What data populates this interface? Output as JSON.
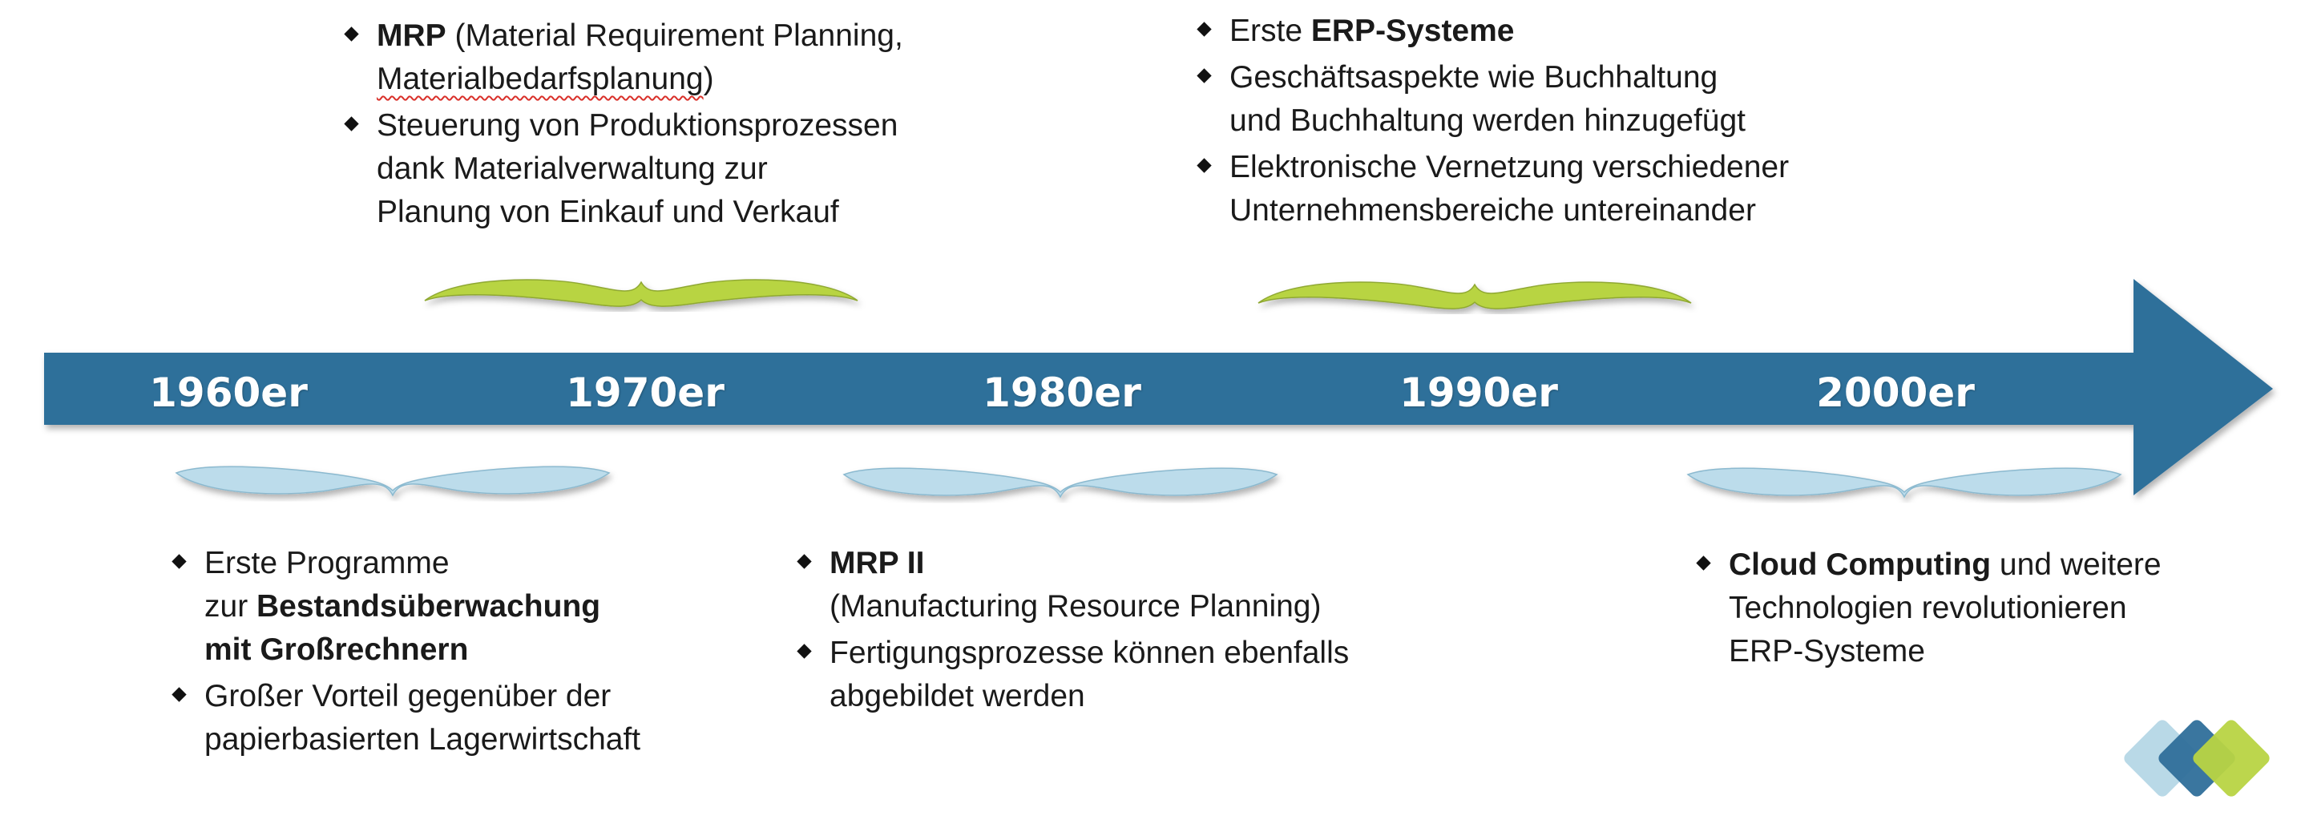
{
  "colors": {
    "arrow": "#2f6f9a",
    "brace_green": "#b8d443",
    "brace_blue": "#bcdceb",
    "logo_light": "#b5d7e6",
    "logo_dark": "#2f6f9a",
    "logo_green": "#b8d443"
  },
  "timeline": {
    "eras": [
      "1960er",
      "1970er",
      "1980er",
      "1990er",
      "2000er"
    ]
  },
  "top": {
    "mrp": {
      "b1_bold": "MRP",
      "b1_rest": " (Material Requirement Planning,",
      "b1_line2": "Materialbedarfsplanung",
      "b1_line2_end": ")",
      "b2_l1": "Steuerung von Produktionsprozessen",
      "b2_l2": "dank Materialverwaltung zur",
      "b2_l3": "Planung von Einkauf und Verkauf"
    },
    "erp": {
      "b1_pre": "Erste ",
      "b1_bold": "ERP-Systeme",
      "b2_l1": "Geschäftsaspekte wie Buchhaltung",
      "b2_l2": "und Buchhaltung werden hinzugefügt",
      "b3_l1": "Elektronische Vernetzung verschiedener",
      "b3_l2": "Unternehmensbereiche untereinander"
    }
  },
  "bottom": {
    "programs": {
      "b1_l1": "Erste Programme",
      "b1_l2_pre": "zur ",
      "b1_l2_bold": "Bestandsüberwachung",
      "b1_l3_bold": "mit Großrechnern",
      "b2_l1": "Großer Vorteil gegenüber der",
      "b2_l2": "papierbasierten Lagerwirtschaft"
    },
    "mrp2": {
      "b1_bold": "MRP II",
      "b1_l2": "(Manufacturing Resource Planning)",
      "b2_l1": "Fertigungsprozesse können ebenfalls",
      "b2_l2": "abgebildet werden"
    },
    "cloud": {
      "b1_bold": "Cloud Computing",
      "b1_rest": " und weitere",
      "b1_l2": "Technologien revolutionieren",
      "b1_l3": "ERP-Systeme"
    }
  }
}
